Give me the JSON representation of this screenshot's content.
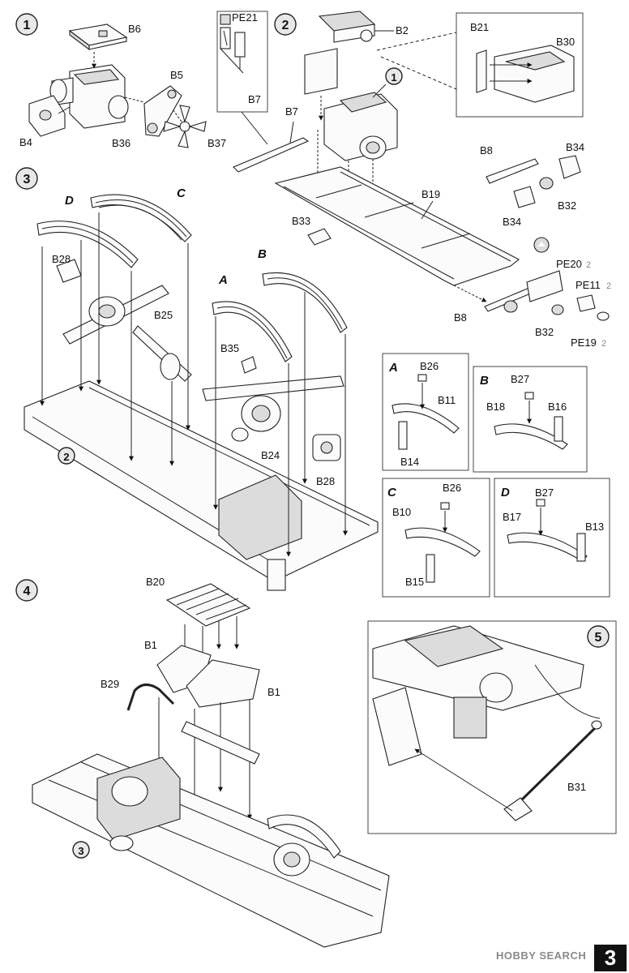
{
  "page_number": "3",
  "watermark": "HOBBY SEARCH",
  "steps": [
    {
      "number": "1",
      "parts": [
        "B6",
        "B5",
        "B4",
        "B36",
        "B37"
      ]
    },
    {
      "number": "2",
      "parts": [
        "PE21",
        "B7",
        "B7",
        "B2",
        "B21",
        "B30",
        "B19",
        "B33",
        "B8",
        "B34",
        "B32",
        "B34",
        "PE20",
        "PE11",
        "PE19",
        "B8",
        "B32"
      ],
      "ref": "1",
      "qty_pe20": "2",
      "qty_pe11": "2",
      "qty_pe19": "2"
    },
    {
      "number": "3",
      "parts": [
        "B28",
        "B25",
        "B35",
        "B24",
        "B28"
      ],
      "ref": "2"
    },
    {
      "number": "4",
      "parts": [
        "B20",
        "B1",
        "B1",
        "B29"
      ],
      "ref": "3"
    },
    {
      "number": "5",
      "parts": [
        "B31"
      ]
    }
  ],
  "sub_assemblies": [
    {
      "letter": "A",
      "parts": [
        "B26",
        "B11",
        "B14"
      ]
    },
    {
      "letter": "B",
      "parts": [
        "B27",
        "B18",
        "B16"
      ]
    },
    {
      "letter": "C",
      "parts": [
        "B26",
        "B10",
        "B15"
      ]
    },
    {
      "letter": "D",
      "parts": [
        "B27",
        "B17",
        "B13"
      ]
    }
  ],
  "spring_labels": {
    "a": "A",
    "b": "B",
    "c": "C",
    "d": "D"
  }
}
